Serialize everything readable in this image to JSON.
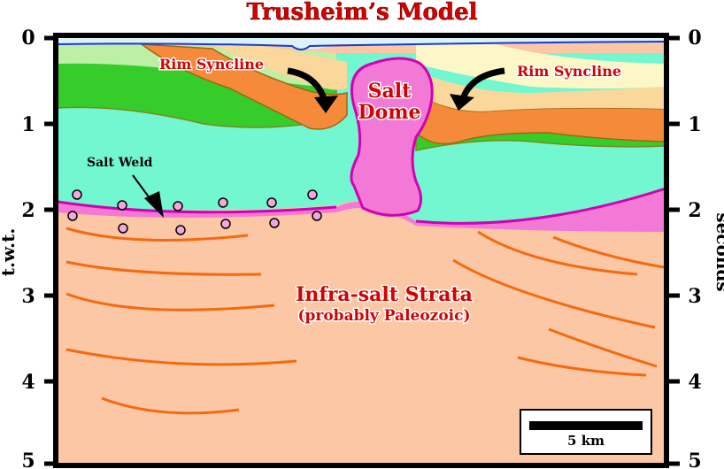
{
  "title": "Trusheim’s Model",
  "axis": {
    "left_label": "t.w.t.",
    "right_label": "seconds",
    "ticks": [
      "0",
      "1",
      "2",
      "3",
      "4",
      "5"
    ]
  },
  "labels": {
    "rim_syncline_left": "Rim Syncline",
    "rim_syncline_right": "Rim Syncline",
    "salt_dome_line1": "Salt",
    "salt_dome_line2": "Dome",
    "salt_weld": "Salt Weld",
    "infra_salt": "Infra-salt Strata",
    "infra_salt_sub": "(probably Paleozoic)"
  },
  "scale_bar": {
    "label": "5 km"
  },
  "colors": {
    "infra_salt": "#fcc7a4",
    "salt": "#f27ad6",
    "salt_outline": "#d400b0",
    "lower_layer": "#72f7d0",
    "green_layer": "#36cc2a",
    "light_green": "#bdf0a6",
    "orange_layer": "#f58a3a",
    "tan_layer": "#fad79a",
    "light_yellow": "#fdf7c8",
    "water": "#dcf2f7",
    "reflector": "#f56a10",
    "title": "#d40000"
  }
}
